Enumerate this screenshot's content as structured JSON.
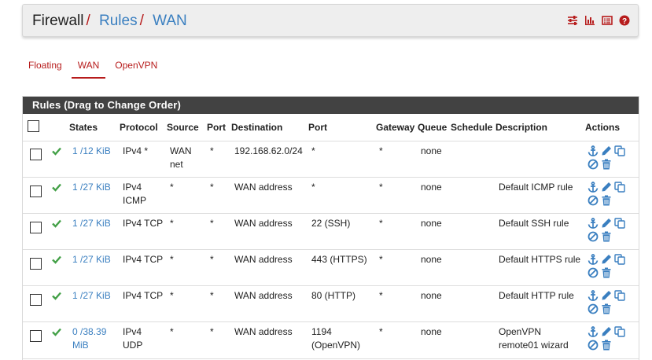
{
  "breadcrumb": {
    "first": "Firewall",
    "second": "Rules",
    "third": "WAN",
    "separator": "/"
  },
  "header_icons": [
    "sliders-icon",
    "bar-chart-icon",
    "list-icon",
    "help-icon"
  ],
  "tabs": [
    {
      "label": "Floating",
      "active": false
    },
    {
      "label": "WAN",
      "active": true
    },
    {
      "label": "OpenVPN",
      "active": false
    }
  ],
  "panel": {
    "title": "Rules (Drag to Change Order)"
  },
  "columns": {
    "states": "States",
    "protocol": "Protocol",
    "source": "Source",
    "port": "Port",
    "destination": "Destination",
    "dport": "Port",
    "gateway": "Gateway",
    "queue": "Queue",
    "schedule": "Schedule",
    "description": "Description",
    "actions": "Actions"
  },
  "rows": [
    {
      "states1": "1 /12 KiB",
      "states2": "",
      "proto1": "IPv4 *",
      "proto2": "",
      "source1": "WAN",
      "source2": "net",
      "port": "*",
      "destination": "192.168.62.0/24",
      "dport1": "*",
      "dport2": "",
      "gateway": "*",
      "queue": "none",
      "schedule": "",
      "desc1": "",
      "desc2": ""
    },
    {
      "states1": "1 /27 KiB",
      "states2": "",
      "proto1": "IPv4",
      "proto2": "ICMP",
      "source1": "*",
      "source2": "",
      "port": "*",
      "destination": "WAN address",
      "dport1": "*",
      "dport2": "",
      "gateway": "*",
      "queue": "none",
      "schedule": "",
      "desc1": "Default ICMP rule",
      "desc2": ""
    },
    {
      "states1": "1 /27 KiB",
      "states2": "",
      "proto1": "IPv4 TCP",
      "proto2": "",
      "source1": "*",
      "source2": "",
      "port": "*",
      "destination": "WAN address",
      "dport1": "22 (SSH)",
      "dport2": "",
      "gateway": "*",
      "queue": "none",
      "schedule": "",
      "desc1": "Default SSH rule",
      "desc2": ""
    },
    {
      "states1": "1 /27 KiB",
      "states2": "",
      "proto1": "IPv4 TCP",
      "proto2": "",
      "source1": "*",
      "source2": "",
      "port": "*",
      "destination": "WAN address",
      "dport1": "443 (HTTPS)",
      "dport2": "",
      "gateway": "*",
      "queue": "none",
      "schedule": "",
      "desc1": "Default HTTPS rule",
      "desc2": ""
    },
    {
      "states1": "1 /27 KiB",
      "states2": "",
      "proto1": "IPv4 TCP",
      "proto2": "",
      "source1": "*",
      "source2": "",
      "port": "*",
      "destination": "WAN address",
      "dport1": "80 (HTTP)",
      "dport2": "",
      "gateway": "*",
      "queue": "none",
      "schedule": "",
      "desc1": "Default HTTP rule",
      "desc2": ""
    },
    {
      "states1": "0 /38.39",
      "states2": "MiB",
      "proto1": "IPv4",
      "proto2": "UDP",
      "source1": "*",
      "source2": "",
      "port": "*",
      "destination": "WAN address",
      "dport1": "1194",
      "dport2": "(OpenVPN)",
      "gateway": "*",
      "queue": "none",
      "schedule": "",
      "desc1": "OpenVPN",
      "desc2": "remote01 wizard"
    }
  ],
  "colors": {
    "accent_red": "#b71c1c",
    "link_blue": "#3a7fc0",
    "check_green": "#43a047",
    "panel_header": "#424242"
  }
}
